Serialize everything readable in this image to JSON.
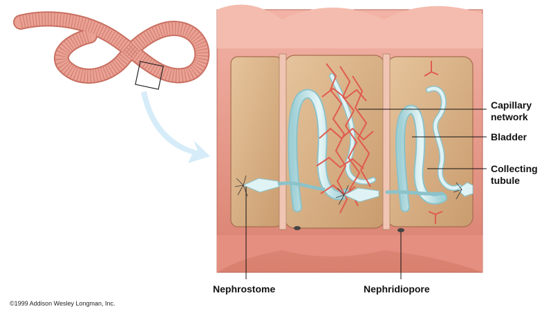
{
  "labels": {
    "capillary_network": [
      "Capillary",
      "network"
    ],
    "bladder": "Bladder",
    "collecting_tubule": [
      "Collecting",
      "tubule"
    ],
    "nephrostome": "Nephrostome",
    "nephridiopore": "Nephridiopore"
  },
  "copyright": "©1999 Addison Wesley Longman, Inc.",
  "colors": {
    "worm_skin": "#e8998c",
    "segment_tissue": "#f3b6a5",
    "coelom_fluid": "#d9b48a",
    "nephridium_tubule": "#bfe3e6",
    "capillary": "#e05a4e",
    "arrow": "#d6ecf8"
  }
}
